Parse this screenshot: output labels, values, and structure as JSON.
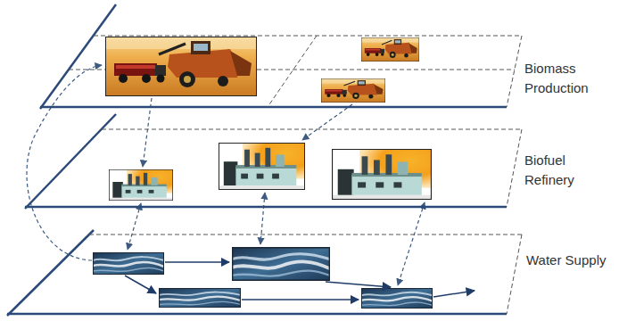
{
  "diagram": {
    "nodes": [
      {
        "text": [
          "Biomass Production"
        ]
      },
      {
        "text": [
          "Biofuel Refinery"
        ]
      },
      {
        "text": [
          "Water Supply"
        ]
      }
    ]
  }
}
